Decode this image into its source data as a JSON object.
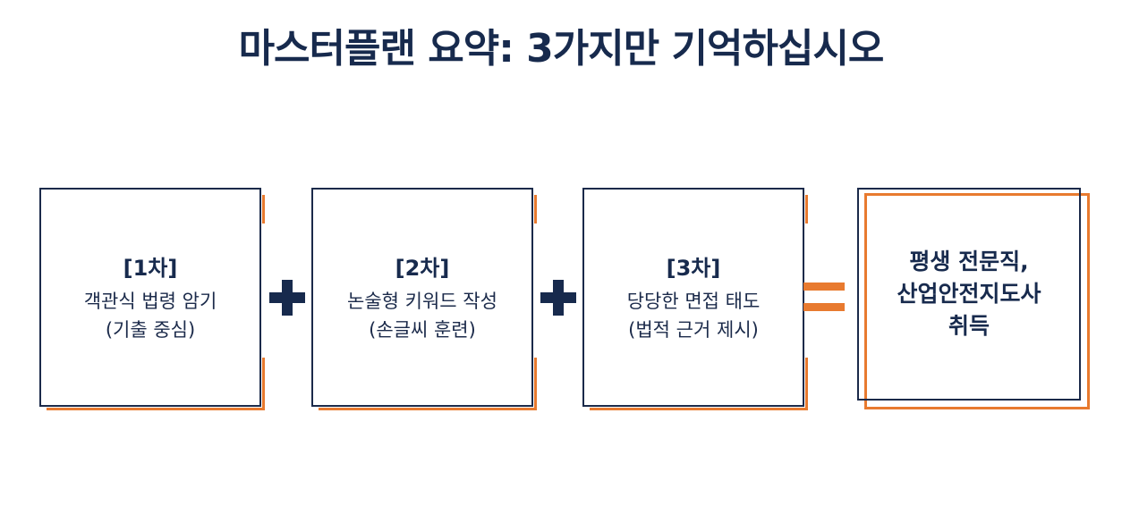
{
  "title": "마스터플랜 요약: 3가지만 기억하십시오",
  "colors": {
    "navy": "#172a4d",
    "orange": "#e87a2f"
  },
  "steps": [
    {
      "label": "[1차]",
      "line1": "객관식 법령 암기",
      "line2": "(기출 중심)"
    },
    {
      "label": "[2차]",
      "line1": "논술형 키워드 작성",
      "line2": "(손글씨 훈련)"
    },
    {
      "label": "[3차]",
      "line1": "당당한 면접 태도",
      "line2": "(법적 근거 제시)"
    }
  ],
  "operators": [
    "plus-icon",
    "plus-icon",
    "equals-icon"
  ],
  "result": {
    "line1": "평생 전문직,",
    "line2": "산업안전지도사",
    "line3": "취득"
  }
}
